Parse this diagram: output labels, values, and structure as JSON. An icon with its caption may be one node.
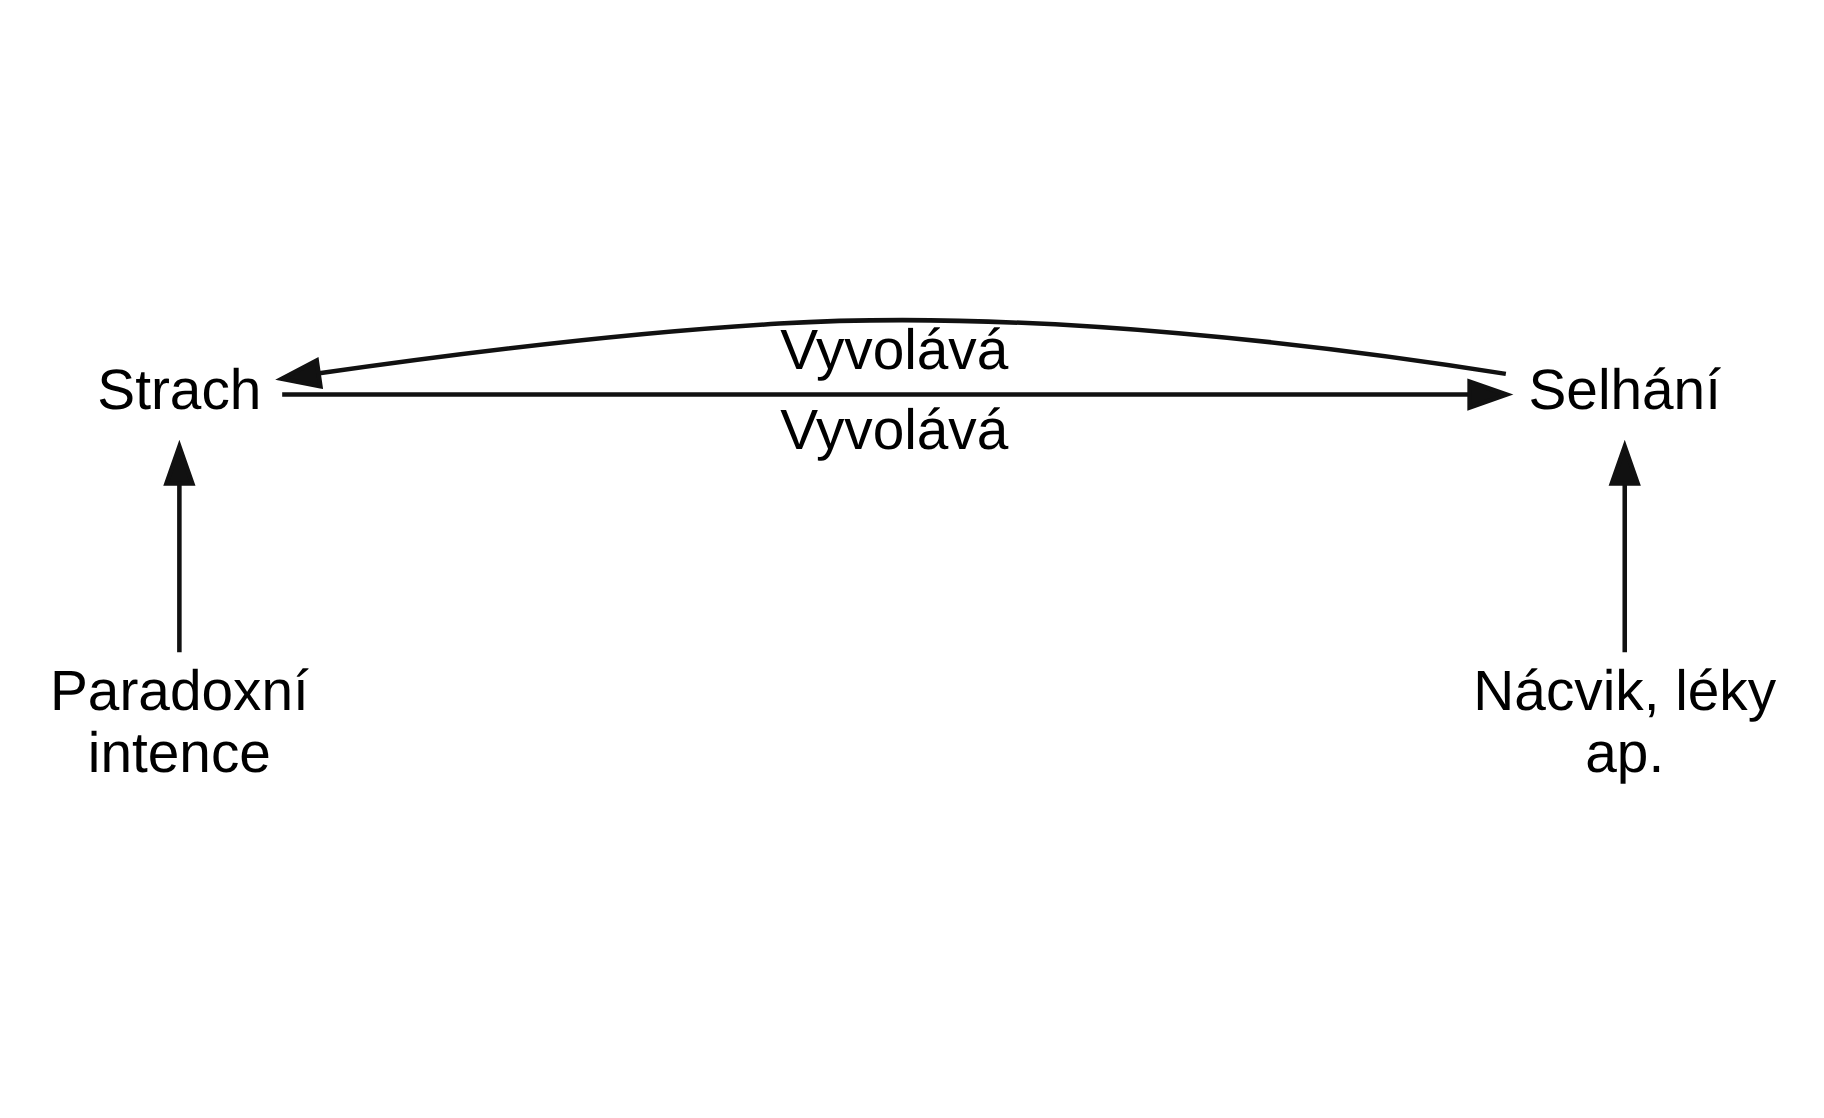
{
  "diagram": {
    "nodes": [
      {
        "text": [
          "Strach"
        ]
      },
      {
        "text": [
          "Selhání"
        ]
      },
      {
        "text": [
          "Paradoxní intence"
        ]
      },
      {
        "text": [
          "Nácvik, léky ap."
        ]
      }
    ],
    "edges": [
      {
        "from": 0,
        "to": 1,
        "arrow": "to",
        "label": "Vyvolává"
      },
      {
        "from": 1,
        "to": 0,
        "arrow": "to",
        "label": "Vyvolává"
      },
      {
        "from": 2,
        "to": 0,
        "arrow": "to"
      },
      {
        "from": 3,
        "to": 1,
        "arrow": "to"
      }
    ]
  }
}
